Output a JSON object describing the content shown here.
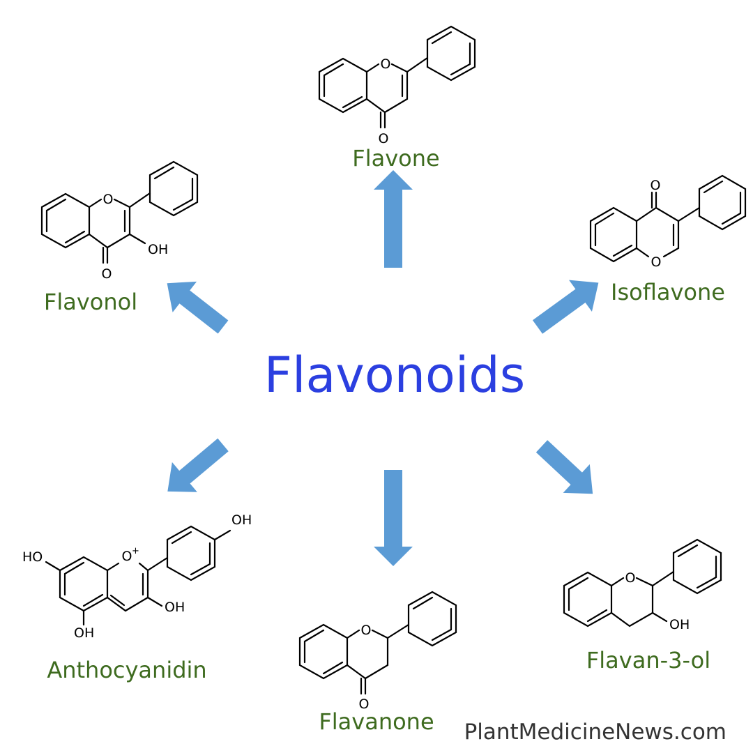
{
  "title": "Flavonoids",
  "credit": "PlantMedicineNews.com",
  "colors": {
    "label": "#3e6b1f",
    "title": "#2b3fe0",
    "arrow": "#5b9bd5",
    "credit": "#333333"
  },
  "classes": [
    {
      "key": "flavone",
      "label": "Flavone"
    },
    {
      "key": "isoflavone",
      "label": "Isoflavone"
    },
    {
      "key": "flavan3ol",
      "label": "Flavan-3-ol"
    },
    {
      "key": "flavanone",
      "label": "Flavanone"
    },
    {
      "key": "anthocyanidin",
      "label": "Anthocyanidin"
    },
    {
      "key": "flavonol",
      "label": "Flavonol"
    }
  ],
  "atoms": {
    "oxygen": "O",
    "hydroxyl": "OH",
    "hydroxyl_left": "HO",
    "oxonium": "O",
    "charge": "+"
  }
}
